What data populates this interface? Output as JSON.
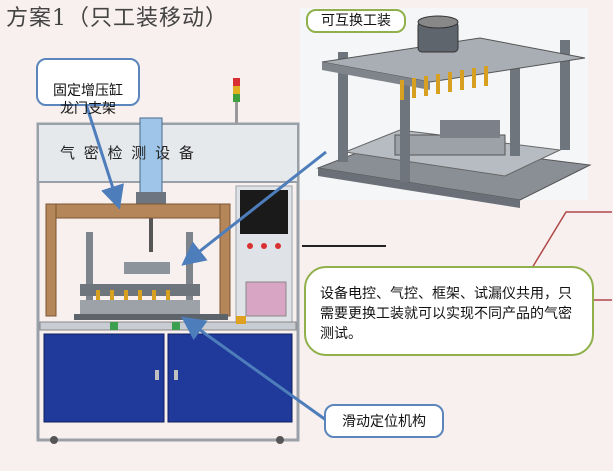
{
  "title": "方案1（只工装移动）",
  "callouts": {
    "gantry": "固定增压缸\n龙门支架",
    "swap_fixture": "可互换工装",
    "description": "设备电控、气控、框架、试漏仪共用，只需要更换工装就可以实现不同产品的气密测试。",
    "slide_mechanism": "滑动定位机构"
  },
  "machine": {
    "panel_label": "气 密 检 测 设 备"
  },
  "colors": {
    "background": "#f8f0ee",
    "gantry_wood": "#b5865a",
    "cabinet_blue": "#1f3a9a",
    "frame_grey": "#c8cdd4",
    "callout_green_border": "#8fb04a",
    "callout_blue_border": "#5a86bd",
    "arrow_blue": "#4e7dbb",
    "leader_red": "#b04848"
  }
}
